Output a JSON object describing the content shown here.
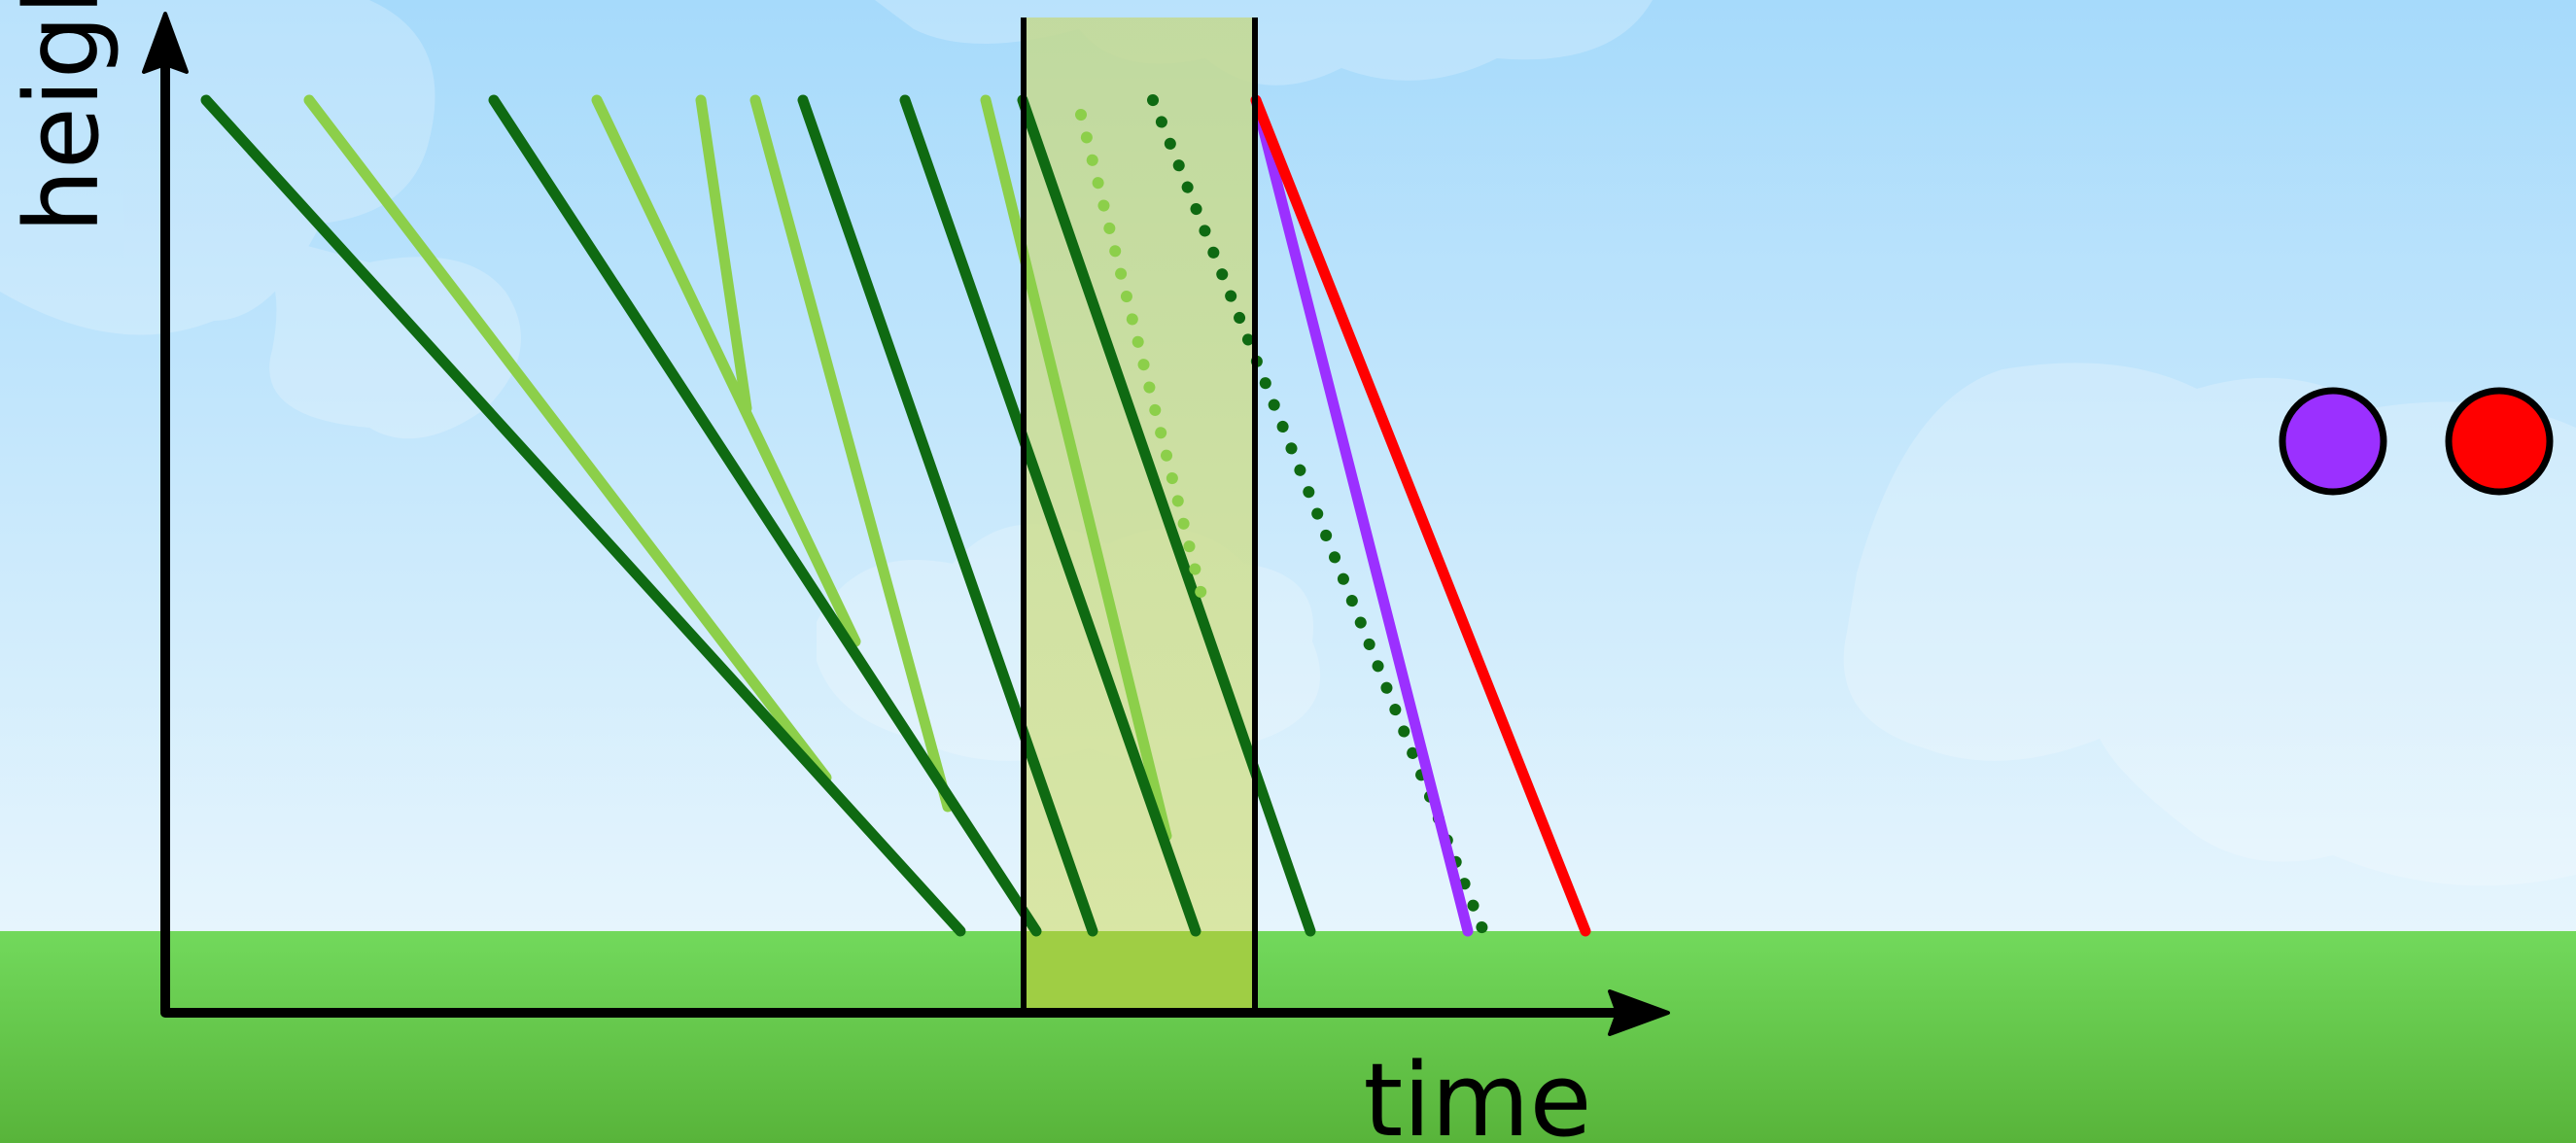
{
  "axes": {
    "y_label": "height",
    "x_label": "time"
  },
  "colors": {
    "sky_top": "#a6dafb",
    "sky_bottom": "#e6f5fd",
    "cloud": "#ffffff",
    "ground_top": "#72d95c",
    "ground_bottom": "#58b43a",
    "window_fill": "#cfe07a",
    "dark_green": "#0f6a12",
    "light_green": "#8ccf4a",
    "purple": "#9b30ff",
    "red": "#ff0000",
    "axis": "#000000"
  },
  "legend": [
    {
      "name": "purple-marker",
      "color": "#9b30ff"
    },
    {
      "name": "red-marker",
      "color": "#ff0000"
    }
  ]
}
